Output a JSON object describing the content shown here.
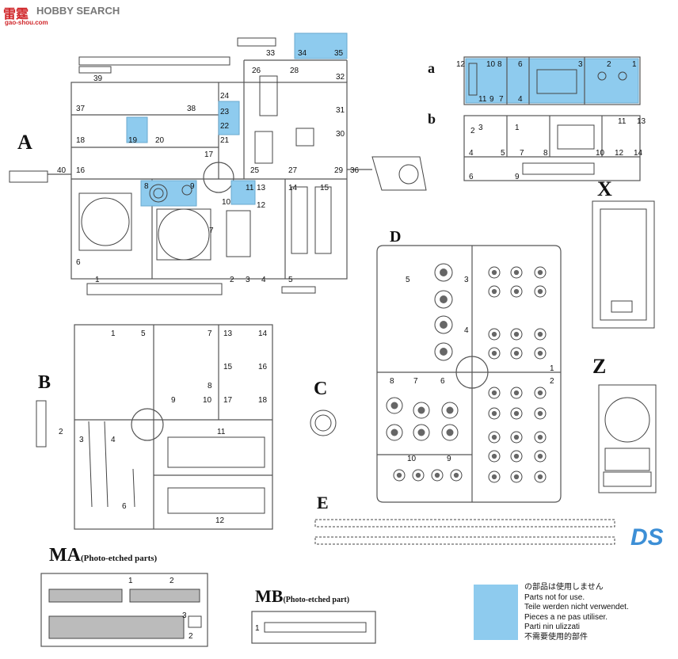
{
  "watermark": {
    "cn": "雷霆",
    "site": "HOBBY SEARCH",
    "url": "gao-shou.com",
    "logo_text": "DS"
  },
  "sprues": {
    "A": {
      "label": "A",
      "numbers": [
        "1",
        "2",
        "3",
        "4",
        "5",
        "6",
        "7",
        "8",
        "9",
        "10",
        "11",
        "12",
        "13",
        "14",
        "15",
        "16",
        "17",
        "18",
        "19",
        "20",
        "21",
        "22",
        "23",
        "24",
        "25",
        "26",
        "27",
        "28",
        "29",
        "30",
        "31",
        "32",
        "33",
        "34",
        "35",
        "36",
        "37",
        "38",
        "39",
        "40"
      ]
    },
    "a": {
      "label": "a",
      "numbers": [
        "12",
        "10",
        "8",
        "6",
        "3",
        "2",
        "1",
        "11",
        "9",
        "7",
        "4"
      ]
    },
    "b": {
      "label": "b",
      "numbers": [
        "2",
        "3",
        "1",
        "11",
        "13",
        "4",
        "5",
        "7",
        "8",
        "10",
        "12",
        "14",
        "6",
        "9"
      ]
    },
    "X": {
      "label": "X"
    },
    "D": {
      "label": "D",
      "numbers": [
        "5",
        "3",
        "4",
        "1",
        "2",
        "8",
        "7",
        "6",
        "10",
        "9"
      ]
    },
    "B": {
      "label": "B",
      "numbers": [
        "1",
        "5",
        "7",
        "13",
        "14",
        "15",
        "16",
        "8",
        "9",
        "10",
        "17",
        "18",
        "11",
        "3",
        "4",
        "6",
        "12",
        "2"
      ]
    },
    "C": {
      "label": "C"
    },
    "Z": {
      "label": "Z"
    },
    "E": {
      "label": "E"
    },
    "MA": {
      "label": "MA",
      "note": "(Photo-etched parts)",
      "numbers": [
        "1",
        "2",
        "3",
        "2"
      ]
    },
    "MB": {
      "label": "MB",
      "note": "(Photo-etched part)",
      "numbers": [
        "1"
      ]
    }
  },
  "legend": {
    "color": "#8ecbee",
    "lines": [
      "の部品は使用しません",
      "Parts not for use.",
      "Teile werden nicht verwendet.",
      "Pieces a ne pas utiliser.",
      "Parti nin ulizzati",
      "不需要使用的部件"
    ]
  }
}
